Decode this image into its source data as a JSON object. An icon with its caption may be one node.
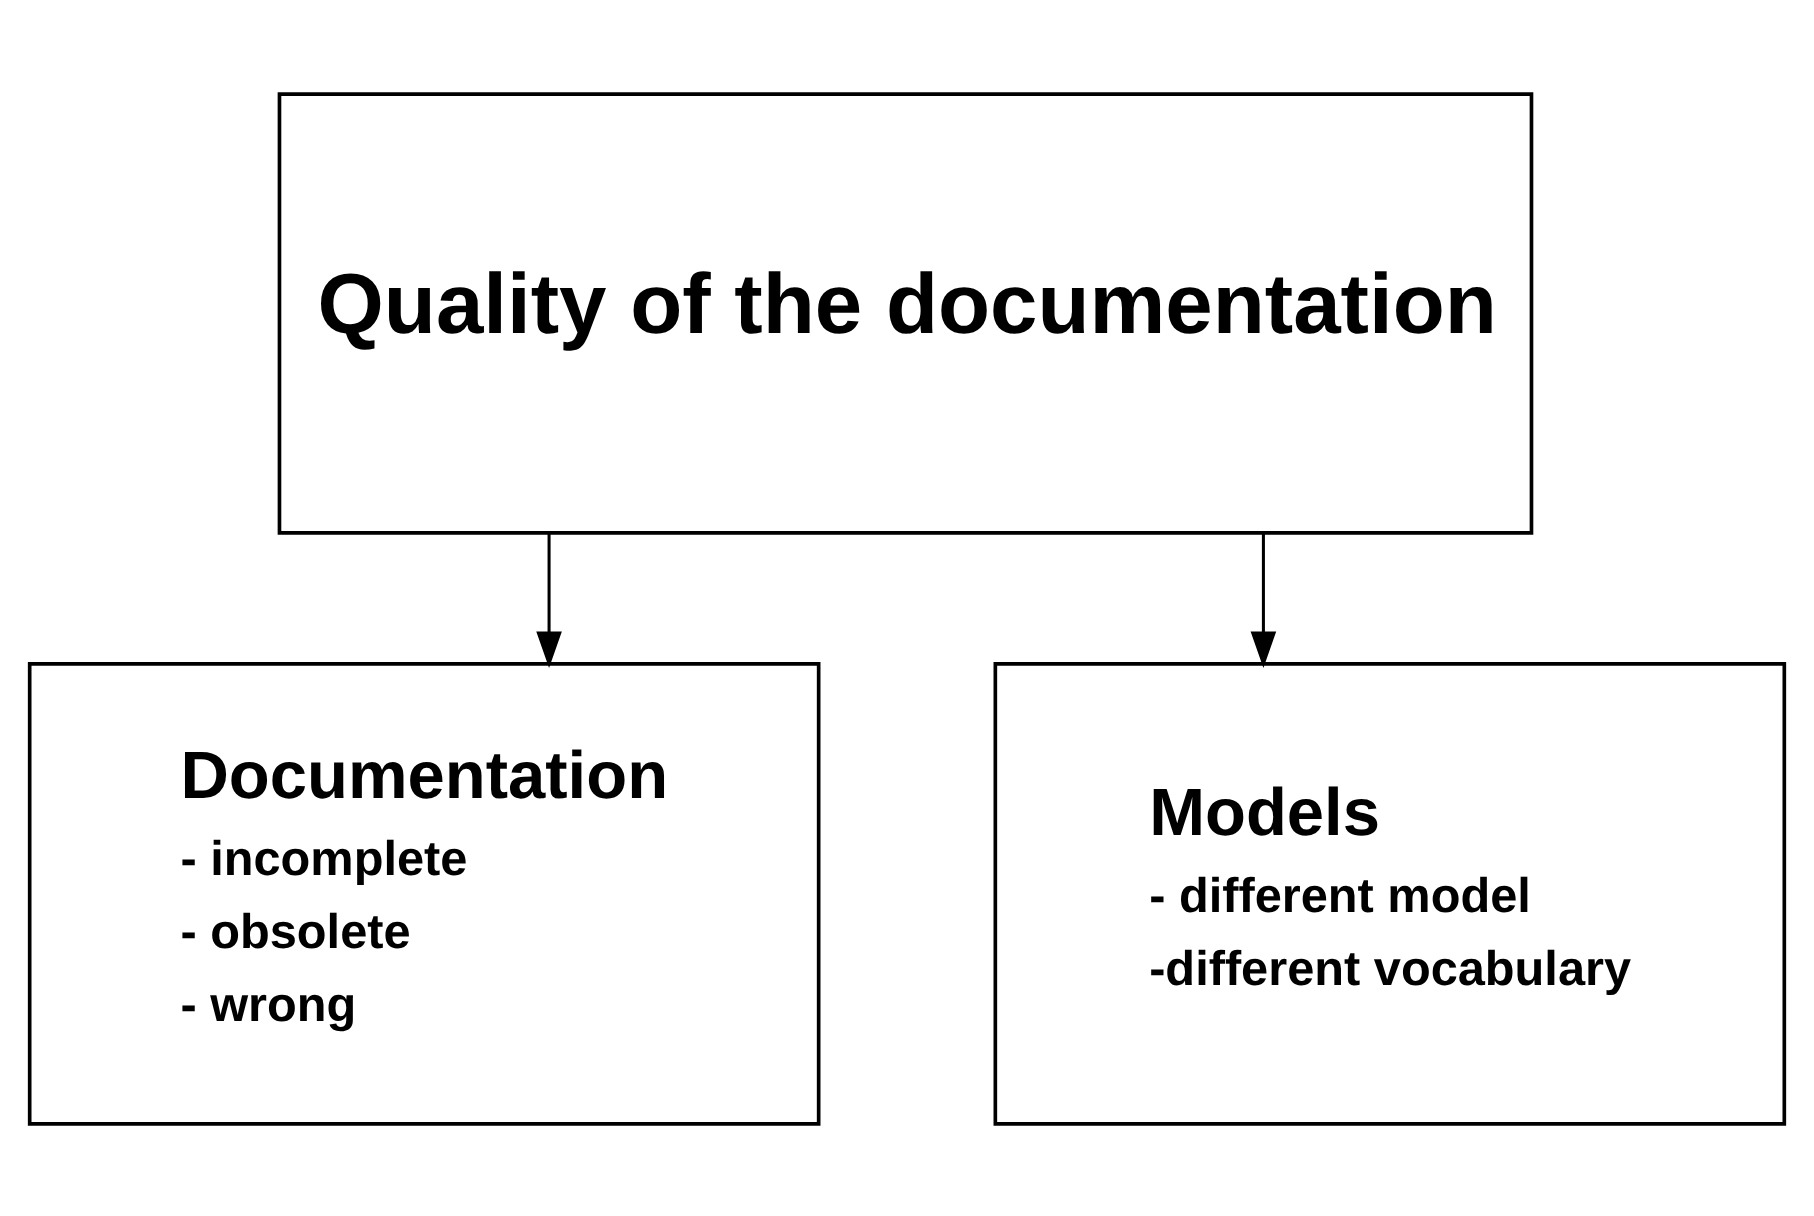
{
  "diagram": {
    "nodes": [
      {
        "text": [
          "Quality of the documentation"
        ]
      },
      {
        "text": [
          "Documentation",
          "- incomplete",
          "- obsolete",
          "- wrong"
        ]
      },
      {
        "text": [
          "Models",
          "- different model",
          "-different vocabulary"
        ]
      }
    ],
    "edges": [
      {
        "from": 0,
        "to": 1,
        "arrow": "to"
      },
      {
        "from": 0,
        "to": 2,
        "arrow": "to"
      }
    ]
  }
}
